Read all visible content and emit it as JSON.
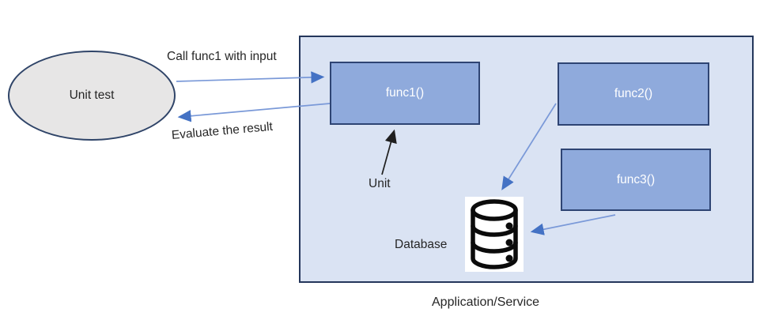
{
  "diagram": {
    "actor": {
      "label": "Unit test"
    },
    "container": {
      "caption": "Application/Service"
    },
    "functions": [
      {
        "label": "func1()"
      },
      {
        "label": "func2()"
      },
      {
        "label": "func3()"
      }
    ],
    "annotations": {
      "call": "Call func1 with input",
      "evaluate": "Evaluate the result",
      "unit": "Unit",
      "database": "Database"
    },
    "icons": [
      {
        "name": "database-icon",
        "meaning": "database cylinder stack"
      }
    ],
    "colors": {
      "container_fill": "#dae3f3",
      "container_border": "#24365b",
      "function_fill": "#8faadc",
      "function_border": "#2e4473",
      "function_text": "#ffffff",
      "actor_fill": "#e7e6e6",
      "actor_border": "#2f4468",
      "arrow_blue_line": "#7a99d8",
      "arrow_blue_head": "#4472c4",
      "arrow_black": "#1f1f1f",
      "text": "#262626"
    }
  }
}
